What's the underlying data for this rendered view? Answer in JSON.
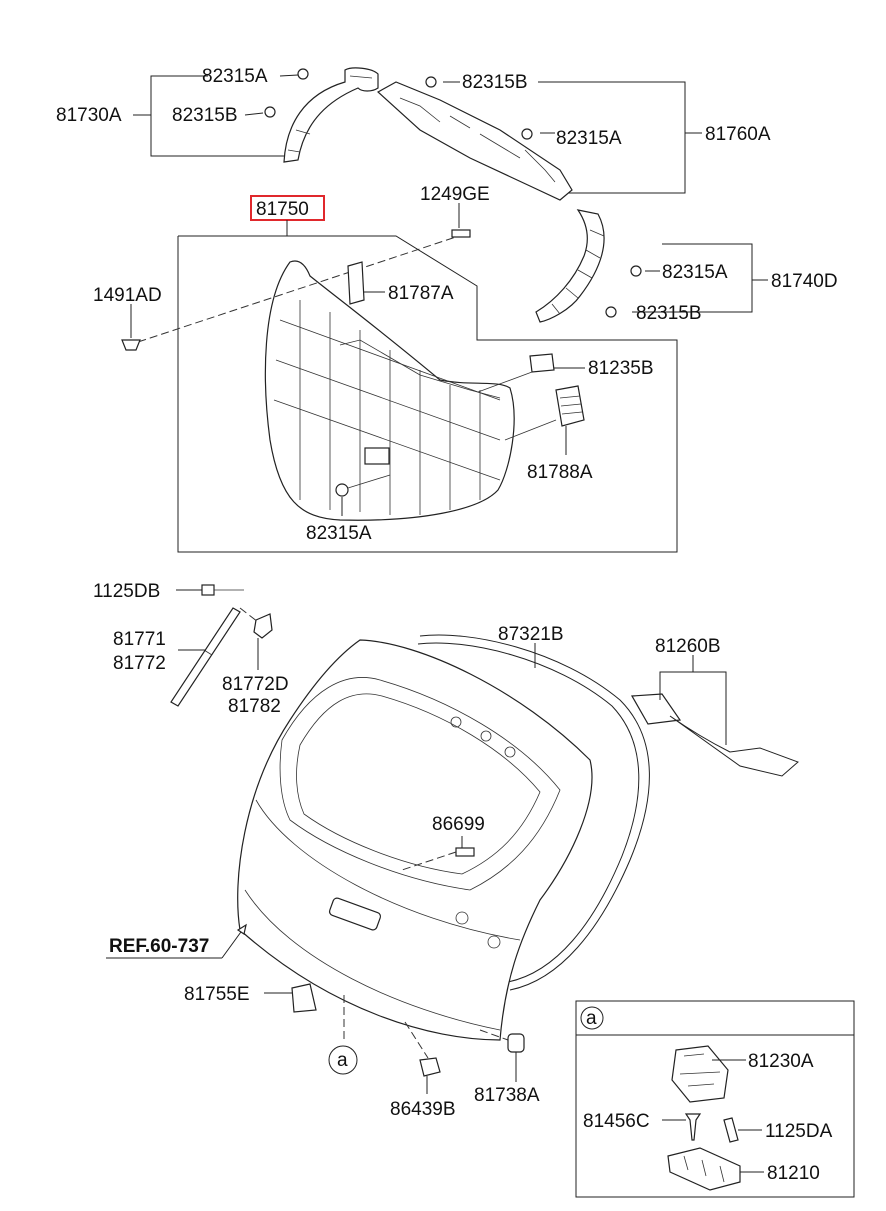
{
  "labels": {
    "p82315A_top": "82315A",
    "p82315B_left": "82315B",
    "p81730A": "81730A",
    "p82315B_mid": "82315B",
    "p82315A_mid": "82315A",
    "p81760A": "81760A",
    "p81750": "81750",
    "p1249GE": "1249GE",
    "p1491AD": "1491AD",
    "p81787A": "81787A",
    "p82315A_r": "82315A",
    "p81740D": "81740D",
    "p82315B_r": "82315B",
    "p81235B": "81235B",
    "p81788A": "81788A",
    "p82315A_bot": "82315A",
    "p1125DB": "1125DB",
    "p81771": "81771",
    "p81772": "81772",
    "p81772D": "81772D",
    "p81782": "81782",
    "p87321B": "87321B",
    "p81260B": "81260B",
    "p86699": "86699",
    "ref": "REF.60-737",
    "p81755E": "81755E",
    "circle_a": "a",
    "p86439B": "86439B",
    "p81738A": "81738A",
    "inset_a": "a",
    "p81230A": "81230A",
    "p81456C": "81456C",
    "p1125DA": "1125DA",
    "p81210": "81210"
  },
  "colors": {
    "highlight_box": "#e0282c",
    "line": "#222222"
  }
}
